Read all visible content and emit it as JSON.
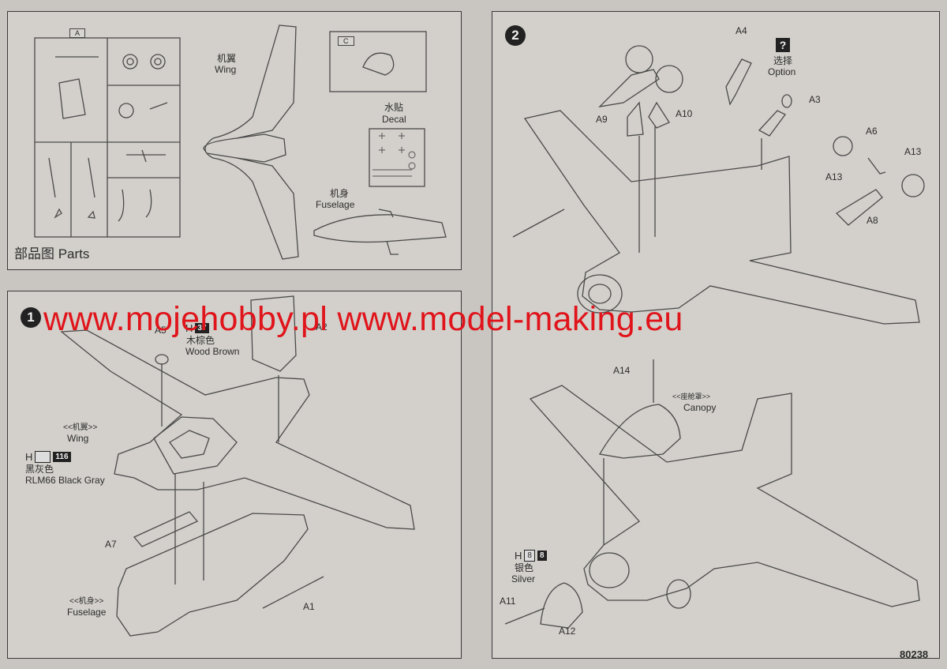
{
  "parts_panel": {
    "title": "部品图 Parts",
    "sprue_a_letter": "A",
    "sprue_c_letter": "C",
    "wing_cn": "机翼",
    "wing_en": "Wing",
    "fuselage_cn": "机身",
    "fuselage_en": "Fuselage",
    "decal_cn": "水贴",
    "decal_en": "Decal"
  },
  "step1": {
    "number": "1",
    "wing_label": "<<机翼>>",
    "wing_en": "Wing",
    "fuselage_label": "<<机身>>",
    "fuselage_en": "Fuselage",
    "paint_wood": {
      "h": "H",
      "num": "37",
      "cn": "木棕色",
      "en": "Wood Brown"
    },
    "paint_black": {
      "h": "H",
      "num": "116",
      "cn": "黑灰色",
      "en": "RLM66 Black Gray"
    },
    "parts": [
      "A5",
      "A2",
      "A7",
      "A1"
    ]
  },
  "step2": {
    "number": "2",
    "option_cn": "选择",
    "option_en": "Option",
    "option_mark": "?",
    "parts": [
      "A4",
      "A3",
      "A9",
      "A10",
      "A6",
      "A13",
      "A13",
      "A8"
    ]
  },
  "step3": {
    "canopy_label": "<<座舱罩>>",
    "canopy_en": "Canopy",
    "paint_silver": {
      "h": "H",
      "num_outline": "8",
      "num": "8",
      "cn": "银色",
      "en": "Silver"
    },
    "parts": [
      "A14",
      "A11",
      "A12"
    ]
  },
  "watermark": "www.mojehobby.pl www.model-making.eu",
  "kit_number": "80238",
  "colors": {
    "background": "#c9c6c1",
    "line": "#3a3a3a",
    "watermark": "#e0141b"
  }
}
